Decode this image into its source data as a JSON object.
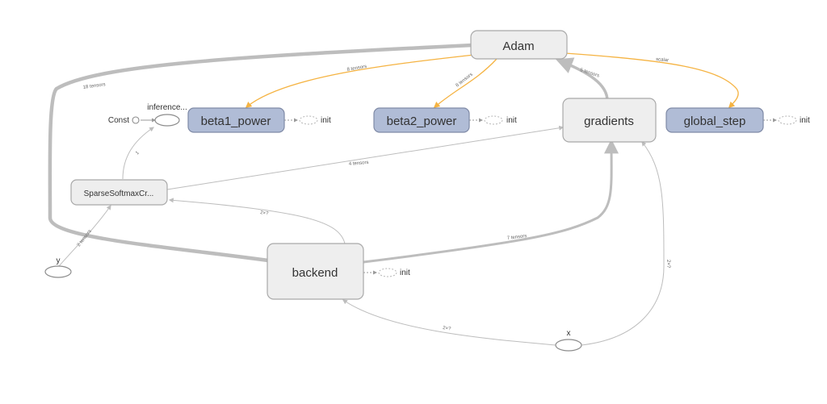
{
  "nodes": {
    "adam": "Adam",
    "gradients": "gradients",
    "global_step": "global_step",
    "beta1_power": "beta1_power",
    "beta2_power": "beta2_power",
    "backend": "backend",
    "sparse_softmax": "SparseSoftmaxCr...",
    "inference": "inference...",
    "const": "Const",
    "y": "y",
    "x": "x",
    "init_beta1": "init",
    "init_beta2": "init",
    "init_global_step": "init",
    "init_backend": "init"
  },
  "edge_labels": {
    "adam_backend": "18 tensors",
    "adam_beta1": "8 tensors",
    "adam_beta2": "8 tensors",
    "gradients_adam": "5 tensors",
    "adam_global_step": "scalar",
    "sparse_inference": "1",
    "sparse_gradients": "4 tensors",
    "y_sparse": "2 tensors",
    "backend_sparse": "2×?",
    "backend_gradients": "7 tensors",
    "x_backend": "2×?",
    "x_gradients": "2×?"
  },
  "colors": {
    "node_fill": "#eeeeee",
    "highlight_fill": "#b0bcd6",
    "edge_grey": "#bdbdbd",
    "edge_orange": "#f5b342"
  }
}
